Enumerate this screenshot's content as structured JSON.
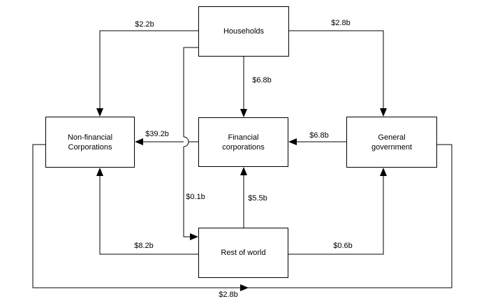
{
  "colors": {
    "background": "#ffffff",
    "line": "#000000",
    "box_border": "#000000",
    "box_fill": "#ffffff",
    "text": "#000000"
  },
  "nodes": {
    "households": {
      "label": "Households"
    },
    "non_financial": {
      "label": "Non-financial\nCorporations"
    },
    "financial": {
      "label": "Financial\ncorporations"
    },
    "general_government": {
      "label": "General\ngovernment"
    },
    "rest_of_world": {
      "label": "Rest of world"
    }
  },
  "flows": {
    "households_to_non_financial": {
      "value": "$2.2b",
      "from": "Households",
      "to": "Non-financial Corporations"
    },
    "households_to_general_government": {
      "value": "$2.8b",
      "from": "Households",
      "to": "General government"
    },
    "households_to_financial": {
      "value": "$6.8b",
      "from": "Households",
      "to": "Financial corporations"
    },
    "financial_to_non_financial": {
      "value": "$39.2b",
      "from": "Financial corporations",
      "to": "Non-financial Corporations"
    },
    "general_government_to_financial": {
      "value": "$6.8b",
      "from": "General government",
      "to": "Financial corporations"
    },
    "households_to_rest_of_world": {
      "value": "$0.1b",
      "from": "Households",
      "to": "Rest of world"
    },
    "rest_of_world_to_financial": {
      "value": "$5.5b",
      "from": "Rest of world",
      "to": "Financial corporations"
    },
    "rest_of_world_to_non_financial": {
      "value": "$8.2b",
      "from": "Rest of world",
      "to": "Non-financial Corporations"
    },
    "rest_of_world_to_general_government": {
      "value": "$0.6b",
      "from": "Rest of world",
      "to": "General government"
    },
    "non_financial_to_general_government": {
      "value": "$2.8b",
      "from": "Non-financial Corporations",
      "to": "General government"
    }
  }
}
